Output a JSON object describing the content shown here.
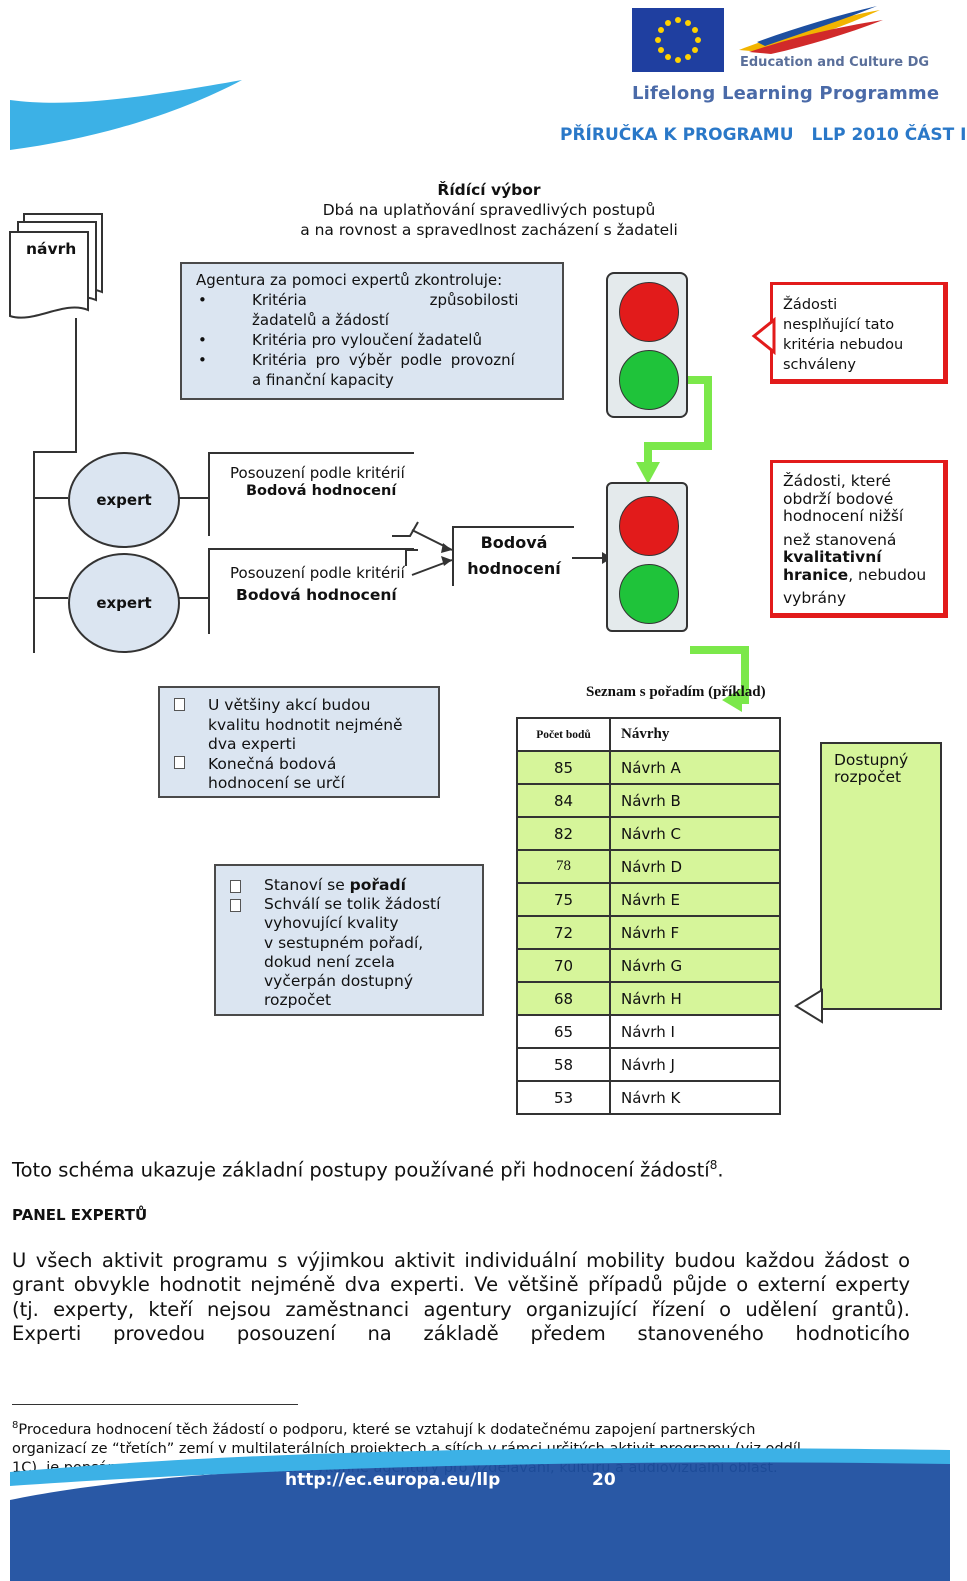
{
  "header": {
    "eu_label": "Education and Culture DG",
    "programme": "Lifelong Learning Programme",
    "guide_title": "PŘÍRUČKA K PROGRAMU",
    "guide_part": "LLP 2010 ČÁST I"
  },
  "committee": {
    "title": "Řídící výbor",
    "line1": "Dbá na uplatňování spravedlivých postupů",
    "line2": "a na rovnost a spravedlnost zacházení s žadateli"
  },
  "proposal_label": "návrh",
  "agency_box": {
    "intro": "Agentura za pomoci expertů zkontroluje:",
    "items": [
      [
        "Kritéria způsobilosti",
        "žadatelů a žádostí"
      ],
      [
        "Kritéria pro vyloučení žadatelů"
      ],
      [
        "Kritéria pro výběr podle provozní",
        "a finanční kapacity"
      ]
    ]
  },
  "rejected_note": [
    "Žádosti",
    "nesplňující tato",
    "kritéria nebudou",
    "schváleny"
  ],
  "experts": [
    "expert",
    "expert"
  ],
  "assessment_1": {
    "line1": "Posouzení podle kritérií",
    "line2": "Bodová hodnocení"
  },
  "assessment_2": {
    "line1": "Posouzení podle kritérií",
    "line2": "Bodová hodnocení"
  },
  "score_box": [
    "Bodová",
    "hodnocení"
  ],
  "threshold_note": {
    "lines": [
      "Žádosti, které",
      "obdrží bodové",
      "hodnocení nižší",
      "než stanovená"
    ],
    "bold": [
      "kvalitativní",
      "hranice"
    ],
    "after_bold": ", nebudou",
    "last": "vybrány"
  },
  "info_box_1": [
    "U většiny akcí budou",
    "kvalitu hodnotit nejméně",
    "dva experti",
    "Konečná bodová",
    "hodnocení se určí"
  ],
  "info_box_2": {
    "line1_a": "Stanoví se ",
    "line1_b": "pořadí",
    "rest": [
      "Schválí se tolik žádostí",
      "vyhovující kvality",
      "v sestupném pořadí,",
      "dokud není zcela",
      "vyčerpán dostupný",
      "rozpočet"
    ]
  },
  "ranking": {
    "title": "Seznam s pořadím (příklad)",
    "col_score": "Počet bodů",
    "col_name": "Návrhy",
    "rows": [
      {
        "score": "85",
        "name": "Návrh A",
        "funded": true
      },
      {
        "score": "84",
        "name": "Návrh B",
        "funded": true
      },
      {
        "score": "82",
        "name": "Návrh C",
        "funded": true
      },
      {
        "score": "78",
        "name": "Návrh D",
        "funded": true
      },
      {
        "score": "75",
        "name": "Návrh E",
        "funded": true
      },
      {
        "score": "72",
        "name": "Návrh F",
        "funded": true
      },
      {
        "score": "70",
        "name": "Návrh G",
        "funded": true
      },
      {
        "score": "68",
        "name": "Návrh H",
        "funded": true
      },
      {
        "score": "65",
        "name": "Návrh I",
        "funded": false
      },
      {
        "score": "58",
        "name": "Návrh J",
        "funded": false
      },
      {
        "score": "53",
        "name": "Návrh K",
        "funded": false
      }
    ]
  },
  "budget_label": [
    "Dostupný",
    "rozpočet"
  ],
  "body": {
    "caption": "Toto schéma ukazuje základní postupy používané při hodnocení žádostí",
    "caption_ref": "8",
    "caption_end": ".",
    "section_heading": "PANEL EXPERTŮ",
    "paragraph_lines": [
      "U všech aktivit programu s výjimkou aktivit individuální mobility budou každou žádost o",
      "grant obvykle hodnotit nejméně dva experti. Ve většině případů půjde o externí experty",
      "(tj. experty, kteří nejsou zaměstnanci agentury organizující řízení o udělení grantů).",
      "Experti provedou posouzení na základě předem stanoveného hodnoticího"
    ]
  },
  "footnote": {
    "number": "8",
    "lines": [
      "Procedura hodnocení těch žádostí o podporu, které se vztahují k dodatečnému zapojení partnerských",
      "organizací ze “třetích” zemí v multilaterálních projektech a sítích v rámci určitých aktivit programu (viz oddíl",
      "1C), je popsána na webových stránkách Výkonné agentury pro vzdělávání, kulturu a audiovizuální oblast."
    ]
  },
  "footer": {
    "url": "http://ec.europa.eu/llp",
    "page": "20"
  },
  "colors": {
    "red": "#e21b1b",
    "green_light": "#1fc33a",
    "arrow_green": "#7be84a",
    "box_blue": "#dbe5f1",
    "list_green": "#d6f59a",
    "footer_blue": "#1d4fa0"
  }
}
